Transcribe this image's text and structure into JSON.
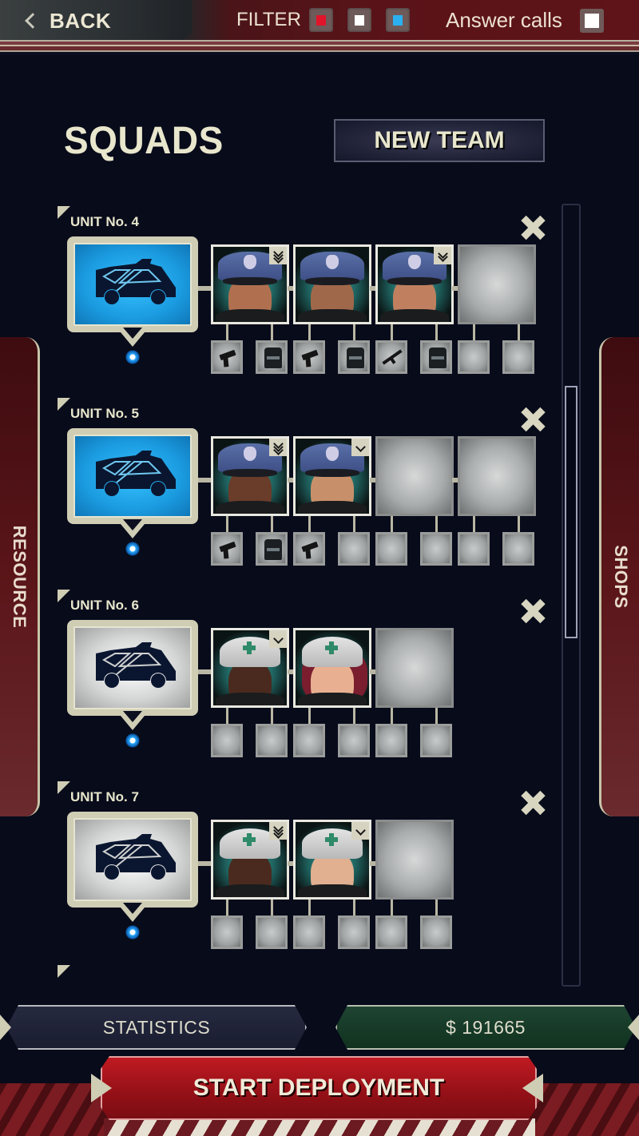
{
  "topbar": {
    "back_label": "BACK",
    "filter_label": "FILTER",
    "filters": [
      {
        "name": "red",
        "color": "#e0142a"
      },
      {
        "name": "white",
        "color": "#ffffff"
      },
      {
        "name": "blue",
        "color": "#2bb0f0"
      }
    ],
    "answer_calls_label": "Answer calls",
    "answer_calls_checked": false
  },
  "header": {
    "title": "SQUADS",
    "new_team_label": "NEW TEAM"
  },
  "side_tabs": {
    "left_label": "RESOURCE",
    "right_label": "SHOPS"
  },
  "units": [
    {
      "name": "UNIT No. 4",
      "vehicle_state": "active",
      "members": [
        {
          "type": "police",
          "skin": "#b07050",
          "rank": 3
        },
        {
          "type": "police",
          "skin": "#a0684a",
          "rank": 0
        },
        {
          "type": "police",
          "skin": "#c08060",
          "rank": 2
        },
        {
          "type": "empty"
        }
      ],
      "equipment": [
        "pistol",
        "vest",
        "pistol",
        "vest",
        "rifle",
        "vest",
        "empty",
        "empty"
      ]
    },
    {
      "name": "UNIT No. 5",
      "vehicle_state": "active",
      "members": [
        {
          "type": "police",
          "skin": "#6a3c2a",
          "rank": 3
        },
        {
          "type": "police",
          "skin": "#c8906a",
          "rank": 1
        },
        {
          "type": "empty"
        },
        {
          "type": "empty"
        }
      ],
      "equipment": [
        "pistol",
        "vest",
        "pistol",
        "empty",
        "empty",
        "empty",
        "empty",
        "empty"
      ]
    },
    {
      "name": "UNIT No. 6",
      "vehicle_state": "inactive",
      "members": [
        {
          "type": "medic",
          "skin": "#4a2a1e",
          "rank": 1
        },
        {
          "type": "medic-female",
          "skin": "#e8b090",
          "rank": 0
        },
        {
          "type": "empty"
        }
      ],
      "equipment": [
        "empty",
        "empty",
        "empty",
        "empty",
        "empty",
        "empty"
      ]
    },
    {
      "name": "UNIT No. 7",
      "vehicle_state": "inactive",
      "members": [
        {
          "type": "medic",
          "skin": "#4a2a1e",
          "rank": 3
        },
        {
          "type": "medic",
          "skin": "#e0b090",
          "rank": 1
        },
        {
          "type": "empty"
        }
      ],
      "equipment": [
        "empty",
        "empty",
        "empty",
        "empty",
        "empty",
        "empty"
      ]
    }
  ],
  "footer": {
    "statistics_label": "STATISTICS",
    "money_label": "$ 191665",
    "start_label": "START DEPLOYMENT"
  },
  "colors": {
    "background": "#070b1a",
    "accent_red": "#931017",
    "accent_green": "#11321f",
    "vehicle_active": "#1b9be0"
  }
}
